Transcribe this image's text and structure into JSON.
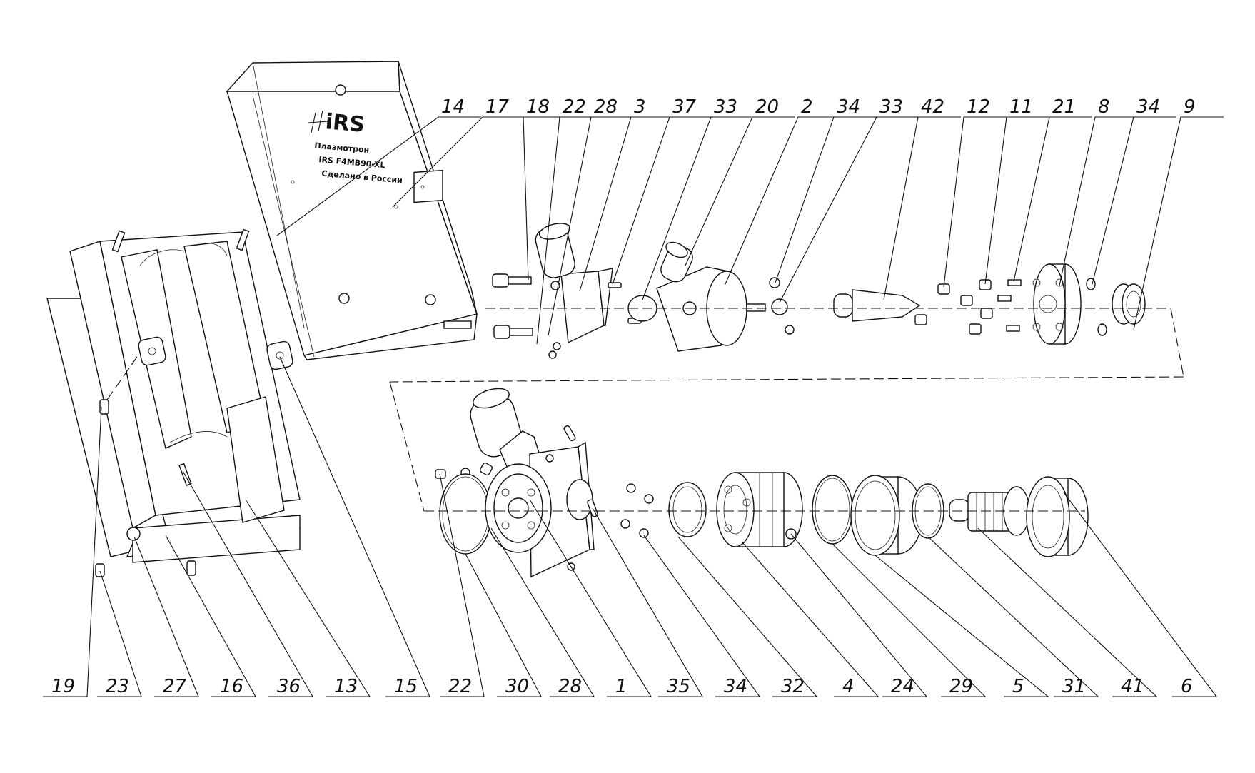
{
  "housing_plate": {
    "logo_text": "iRS",
    "line1": "Плазмотрон",
    "line2": "IRS F4MB90-XL",
    "line3": "Сделано в России"
  },
  "top_labels": [
    "14",
    "17",
    "18",
    "22",
    "28",
    "3",
    "37",
    "33",
    "20",
    "2",
    "34",
    "33",
    "42",
    "12",
    "11",
    "21",
    "8",
    "34",
    "9"
  ],
  "bottom_labels": [
    "19",
    "23",
    "27",
    "16",
    "36",
    "13",
    "15",
    "22",
    "30",
    "28",
    "1",
    "35",
    "34",
    "32",
    "4",
    "24",
    "29",
    "5",
    "31",
    "41",
    "6"
  ]
}
